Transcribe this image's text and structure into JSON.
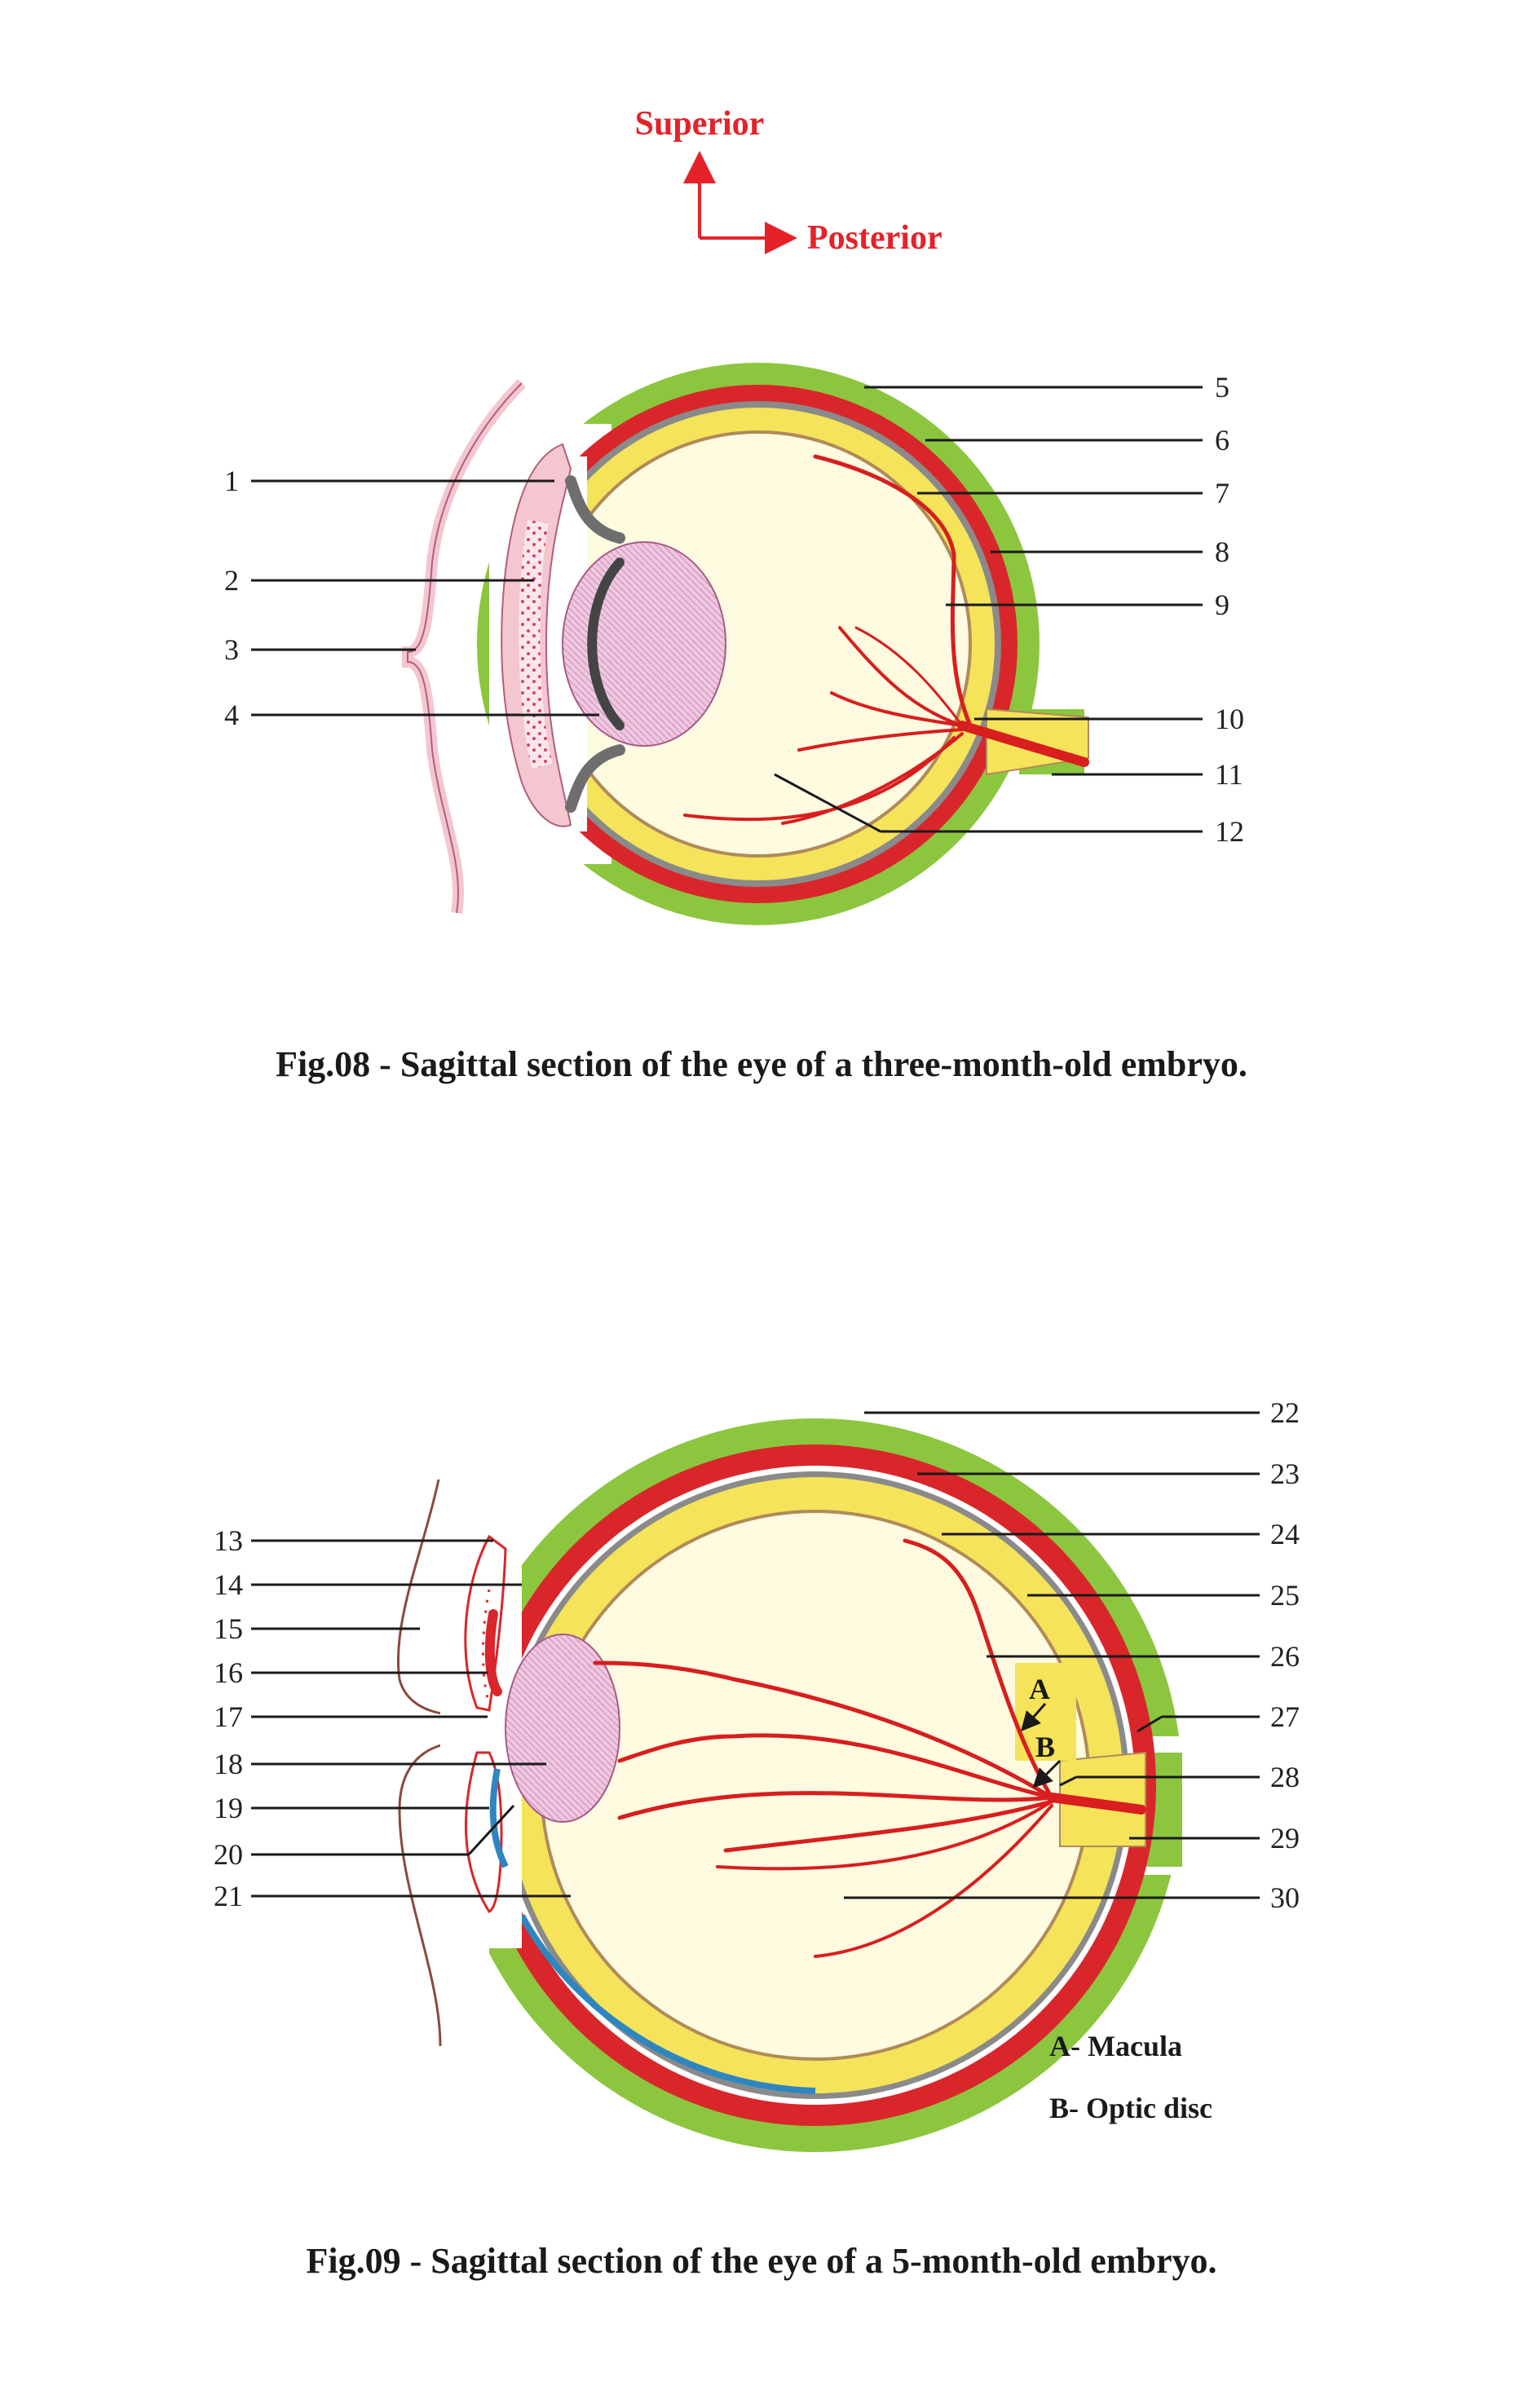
{
  "orientation": {
    "superior": "Superior",
    "posterior": "Posterior"
  },
  "figure1": {
    "caption": "Fig.08 - Sagittal section of the eye of a three-month-old embryo.",
    "labels": [
      "1",
      "2",
      "3",
      "4",
      "5",
      "6",
      "7",
      "8",
      "9",
      "10",
      "11",
      "12"
    ]
  },
  "figure2": {
    "caption": "Fig.09 - Sagittal section of the eye of a 5-month-old embryo.",
    "labels": [
      "13",
      "14",
      "15",
      "16",
      "17",
      "18",
      "19",
      "20",
      "21",
      "22",
      "23",
      "24",
      "25",
      "26",
      "27",
      "28",
      "29",
      "30"
    ],
    "markers": {
      "a": "A",
      "b": "B"
    },
    "legend": {
      "a": "A- Macula",
      "b": "B- Optic disc"
    }
  },
  "colors": {
    "sclera_outer": "#8cc63f",
    "choroid": "#d9262b",
    "retina": "#f5e35a",
    "vitreous": "#fffbe0",
    "vessel": "#d81e1e",
    "lens": "#e9b7d6",
    "eyelid": "#f4c6cf",
    "iris": "#6e6e6e",
    "cornea_fig9": "#2e86c1",
    "arrow": "#e52228"
  }
}
